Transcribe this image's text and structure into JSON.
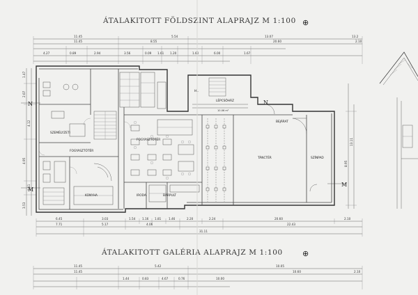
{
  "titles": {
    "ground_floor": "ÁTALAKITOTT FÖLDSZINT ALAPRAJZ M 1:100",
    "gallery": "ÁTALAKITOTT GALÉRIA ALAPRAJZ M 1:100"
  },
  "dimensions": {
    "top_row_1": [
      "11.45",
      "5.54",
      "13.07"
    ],
    "top_row_1_right": "13.2",
    "top_row_2": [
      "11.45",
      "8.55",
      "20.60",
      "2.10"
    ],
    "top_row_3": [
      "4.27",
      "0.89",
      "2.94",
      "3.56",
      "0.09",
      "1.61",
      "1.20",
      "1.60",
      "6.00",
      "1.67"
    ],
    "left_side": [
      "1.47",
      "2.07",
      "4.12",
      "4.95",
      "1.11",
      "3.53"
    ],
    "right_side": [
      "13.11",
      "8.95"
    ],
    "bottom_row_1": [
      "6.45",
      "3.03",
      "1.54",
      "1.16",
      "1.81",
      "1.46",
      "2.20",
      "2.24",
      "20.60",
      "2.10"
    ],
    "bottom_row_2": [
      "7.71",
      "5.17",
      "4.06",
      "22.43"
    ],
    "bottom_row_3": "31.11",
    "gallery_row_1": [
      "11.45",
      "5.42",
      "10.05"
    ],
    "gallery_row_2": [
      "11.45",
      "1.44",
      "0.83",
      "4.67",
      "0.76",
      "10.00",
      "10.60",
      "2.10"
    ]
  },
  "rooms": {
    "stair": "LÉPCSŐHÁZ",
    "stair_area": "10.06 m²",
    "staff": "SZEMÉLYZETI",
    "dining_left": "FOGYASZTÓTÉR",
    "dining_mid": "FOGYASZTÓTÉR",
    "bar": "BÁRPULT",
    "office": "IRODA",
    "hall": "TÁNCTÉR",
    "stage": "SZÍNPAD",
    "kitchen": "KONYHA",
    "entrance": "BEJÁRAT",
    "elevator_mark": "HL",
    "north": "⊕"
  },
  "section_marks": {
    "left_top": "N",
    "left_bottom": "M",
    "right": "M",
    "top_mid": "N"
  }
}
